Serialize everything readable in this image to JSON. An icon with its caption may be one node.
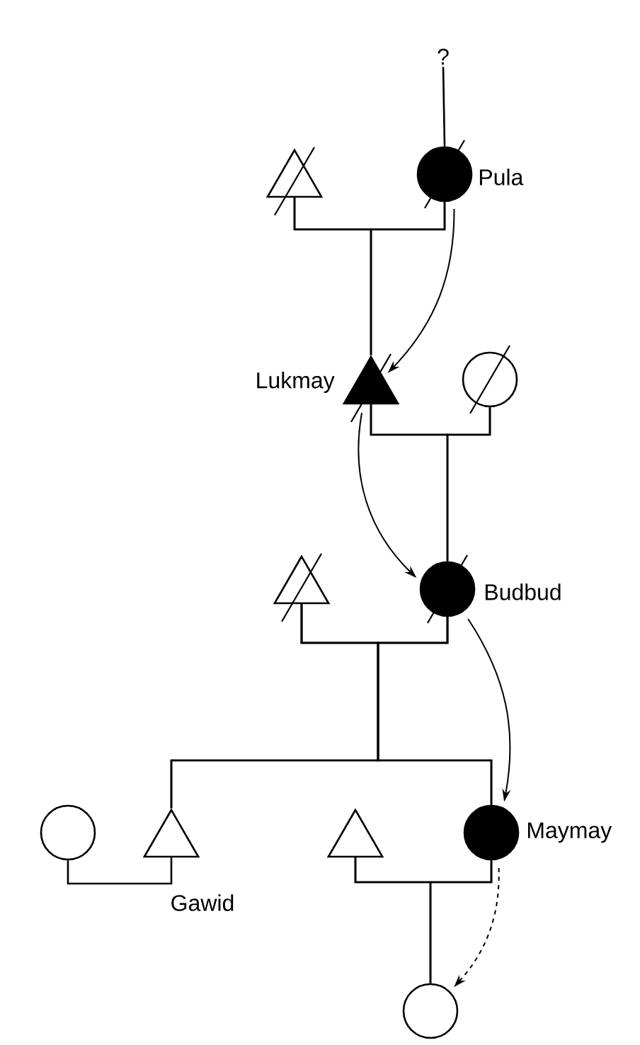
{
  "diagram": {
    "nodes": [
      {
        "text": [
          "?"
        ]
      },
      {
        "text": [],
        "shape": "triangle"
      },
      {
        "text": [],
        "shape": "circle",
        "beside": [
          "Pula"
        ]
      },
      {
        "text": [],
        "shape": "triangle",
        "beside": [
          "Lukmay"
        ]
      },
      {
        "text": [],
        "shape": "circle"
      },
      {
        "text": [],
        "shape": "triangle"
      },
      {
        "text": [],
        "shape": "circle",
        "beside": [
          "Budbud"
        ]
      },
      {
        "text": [],
        "shape": "circle"
      },
      {
        "text": [],
        "shape": "triangle",
        "beside": [
          "Gawid"
        ]
      },
      {
        "text": [],
        "shape": "triangle"
      },
      {
        "text": [],
        "shape": "circle",
        "beside": [
          "Maymay"
        ]
      },
      {
        "text": [],
        "shape": "circle"
      }
    ],
    "edges": [
      {
        "from": 0,
        "to": 2,
        "arrow": "none"
      },
      {
        "from": 1,
        "to": 2,
        "arrow": "none"
      },
      {
        "from": 1,
        "to": 3,
        "arrow": "none"
      },
      {
        "from": 2,
        "to": 3,
        "arrow": "none"
      },
      {
        "from": 3,
        "to": 4,
        "arrow": "none"
      },
      {
        "from": 3,
        "to": 6,
        "arrow": "none"
      },
      {
        "from": 4,
        "to": 6,
        "arrow": "none"
      },
      {
        "from": 5,
        "to": 6,
        "arrow": "none"
      },
      {
        "from": 5,
        "to": 8,
        "arrow": "none"
      },
      {
        "from": 6,
        "to": 8,
        "arrow": "none"
      },
      {
        "from": 5,
        "to": 10,
        "arrow": "none"
      },
      {
        "from": 6,
        "to": 10,
        "arrow": "none"
      },
      {
        "from": 7,
        "to": 8,
        "arrow": "none"
      },
      {
        "from": 9,
        "to": 10,
        "arrow": "none"
      },
      {
        "from": 9,
        "to": 11,
        "arrow": "none"
      },
      {
        "from": 10,
        "to": 11,
        "arrow": "none"
      },
      {
        "from": 2,
        "to": 3,
        "arrow": "to"
      },
      {
        "from": 3,
        "to": 6,
        "arrow": "to"
      },
      {
        "from": 6,
        "to": 10,
        "arrow": "to"
      },
      {
        "from": 10,
        "to": 11,
        "arrow": "to",
        "style": "dashed"
      }
    ]
  }
}
